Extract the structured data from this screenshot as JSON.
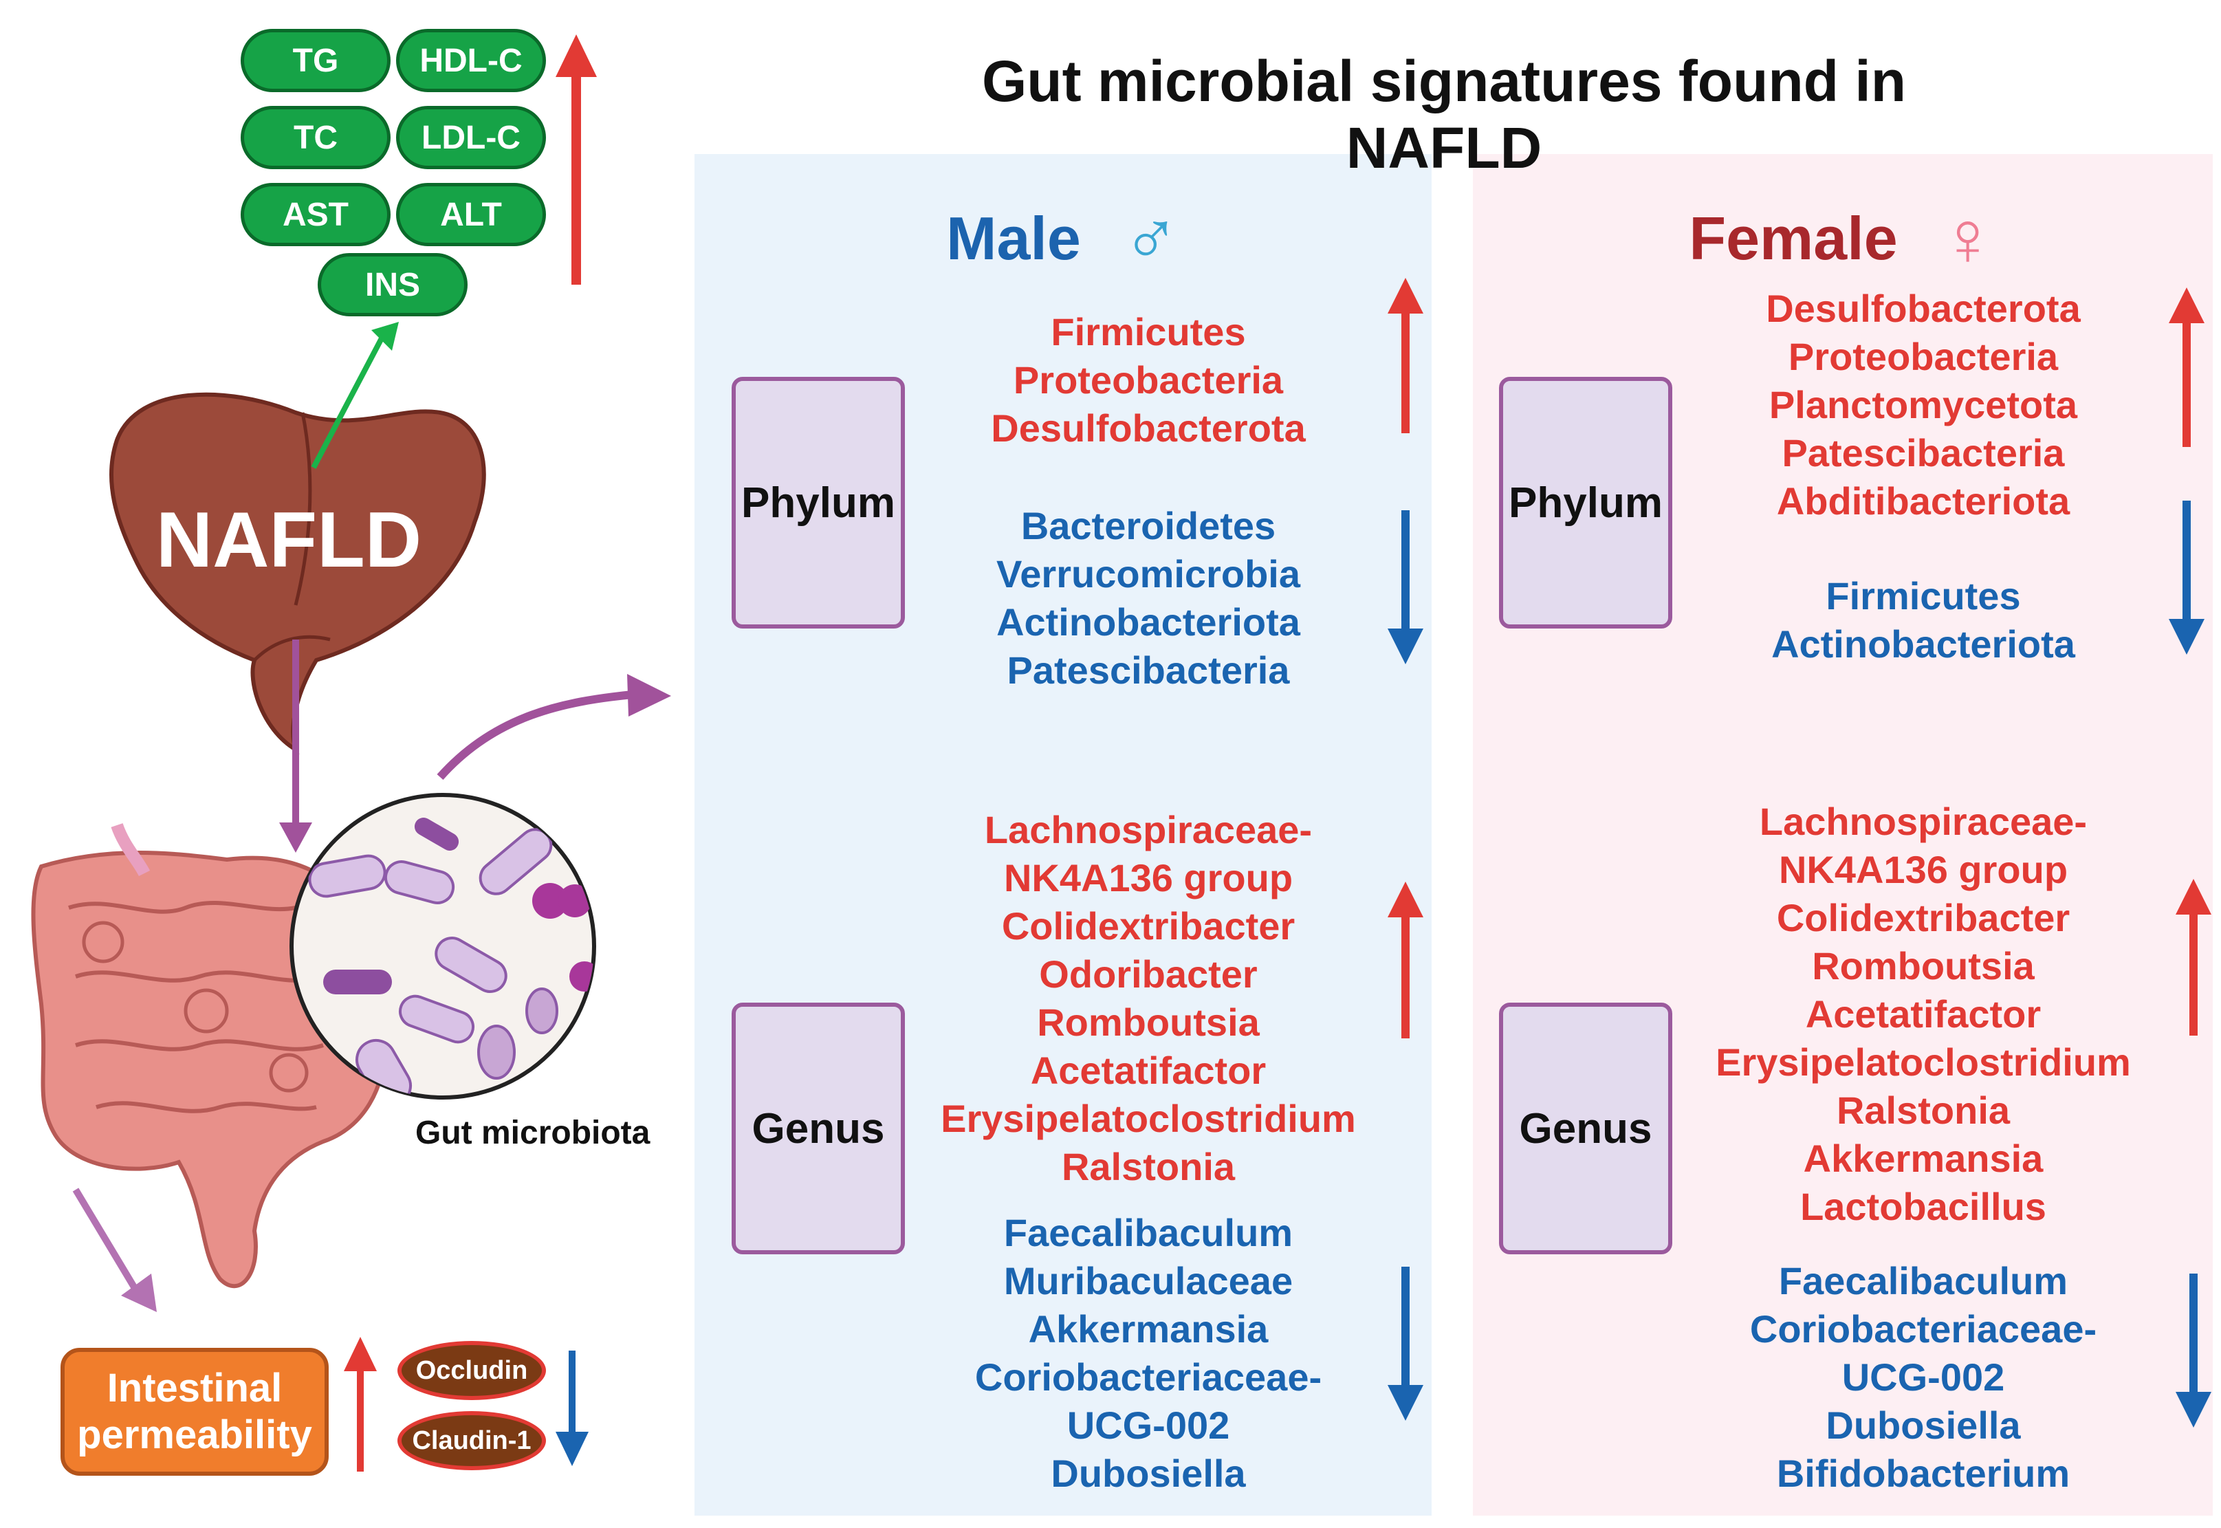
{
  "title": "Gut microbial signatures found in NAFLD",
  "serum_markers": [
    "TG",
    "HDL-C",
    "TC",
    "LDL-C",
    "AST",
    "ALT",
    "INS"
  ],
  "organ_label": "NAFLD",
  "gut_label": "Gut microbiota",
  "permeability": {
    "line1": "Intestinal",
    "line2": "permeability"
  },
  "tight_junctions": [
    "Occludin",
    "Claudin-1"
  ],
  "colors": {
    "increase": "#e23a34",
    "decrease": "#1a64b0",
    "marker_green": "#16a347",
    "male_panel": "#eaf3fb",
    "female_panel": "#fdeff3"
  },
  "icons": {
    "male": "male-symbol-icon",
    "female": "female-symbol-icon"
  },
  "male": {
    "heading": "Male",
    "symbol": "♂",
    "phylum_label": "Phylum",
    "genus_label": "Genus",
    "phylum_up": [
      "Firmicutes",
      "Proteobacteria",
      "Desulfobacterota"
    ],
    "phylum_down": [
      "Bacteroidetes",
      "Verrucomicrobia",
      "Actinobacteriota",
      "Patescibacteria"
    ],
    "genus_up": [
      "Lachnospiraceae-",
      "NK4A136 group",
      "Colidextribacter",
      "Odoribacter",
      "Romboutsia",
      "Acetatifactor",
      "Erysipelatoclostridium",
      "Ralstonia"
    ],
    "genus_down": [
      "Faecalibaculum",
      "Muribaculaceae",
      "Akkermansia",
      "Coriobacteriaceae-",
      "UCG-002",
      "Dubosiella"
    ]
  },
  "female": {
    "heading": "Female",
    "symbol": "♀",
    "phylum_label": "Phylum",
    "genus_label": "Genus",
    "phylum_up": [
      "Desulfobacterota",
      "Proteobacteria",
      "Planctomycetota",
      "Patescibacteria",
      "Abditibacteriota"
    ],
    "phylum_down": [
      "Firmicutes",
      "Actinobacteriota"
    ],
    "genus_up": [
      "Lachnospiraceae-",
      "NK4A136 group",
      "Colidextribacter",
      "Romboutsia",
      "Acetatifactor",
      "Erysipelatoclostridium",
      "Ralstonia",
      "Akkermansia",
      "Lactobacillus"
    ],
    "genus_down": [
      "Faecalibaculum",
      "Coriobacteriaceae-",
      "UCG-002",
      "Dubosiella",
      "Bifidobacterium"
    ]
  }
}
